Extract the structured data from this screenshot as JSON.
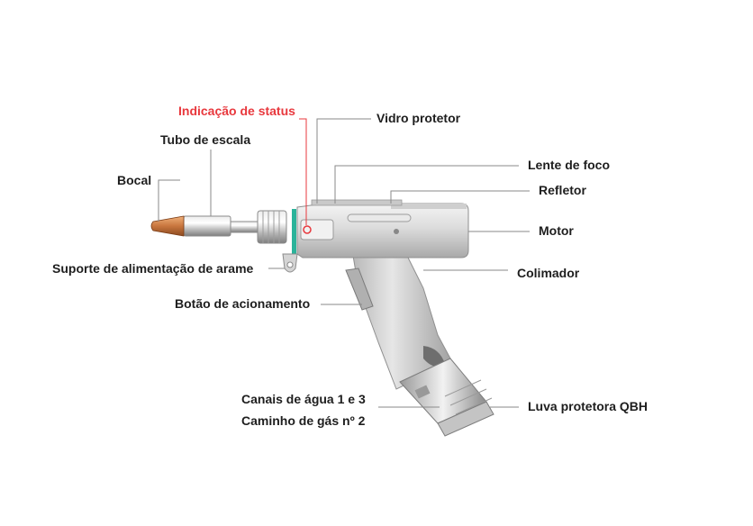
{
  "labels": {
    "status_indicator": "Indicação de status",
    "protective_glass": "Vidro protetor",
    "scale_tube": "Tubo de escala",
    "focus_lens": "Lente de foco",
    "nozzle": "Bocal",
    "reflector": "Refletor",
    "motor": "Motor",
    "wire_feed_support": "Suporte de alimentação de arame",
    "collimator": "Colimador",
    "trigger_button": "Botão de acionamento",
    "water_channels": "Canais de água 1 e 3",
    "gas_path": "Caminho de gás nº 2",
    "qbh_sleeve": "Luva protetora QBH"
  },
  "colors": {
    "status_accent": "#e8383d",
    "text": "#1e1e1e",
    "leader": "#8a8a8a",
    "nozzle_copper": "#c8763e",
    "ring_green": "#2bb39a"
  }
}
